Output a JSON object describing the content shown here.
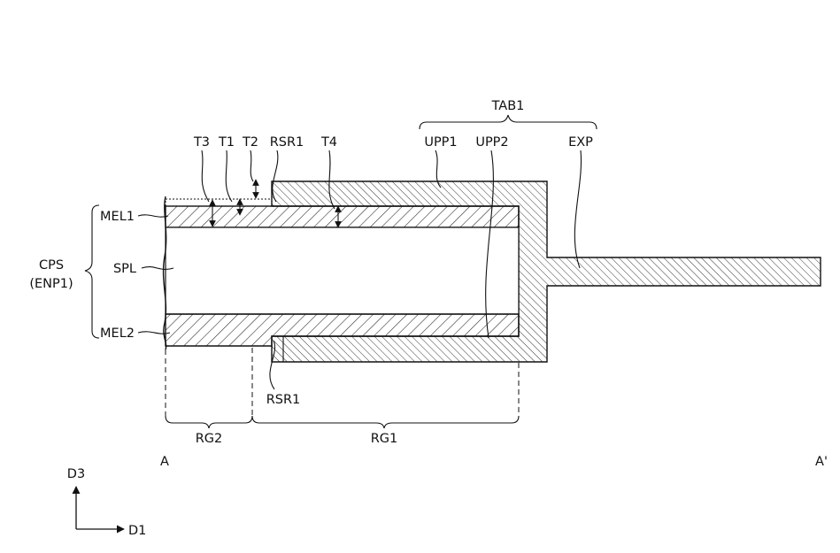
{
  "labels": {
    "tab1": "TAB1",
    "t3": "T3",
    "t1": "T1",
    "t2": "T2",
    "rsr1_top": "RSR1",
    "t4": "T4",
    "upp1": "UPP1",
    "upp2": "UPP2",
    "exp": "EXP",
    "mel1": "MEL1",
    "cps": "CPS",
    "enp1": "(ENP1)",
    "spl": "SPL",
    "mel2": "MEL2",
    "rsr1_bottom": "RSR1",
    "rg2": "RG2",
    "rg1": "RG1",
    "a": "A",
    "a_prime": "A'",
    "d3": "D3",
    "d1": "D1"
  },
  "colors": {
    "line": "#111111",
    "background": "#ffffff"
  }
}
